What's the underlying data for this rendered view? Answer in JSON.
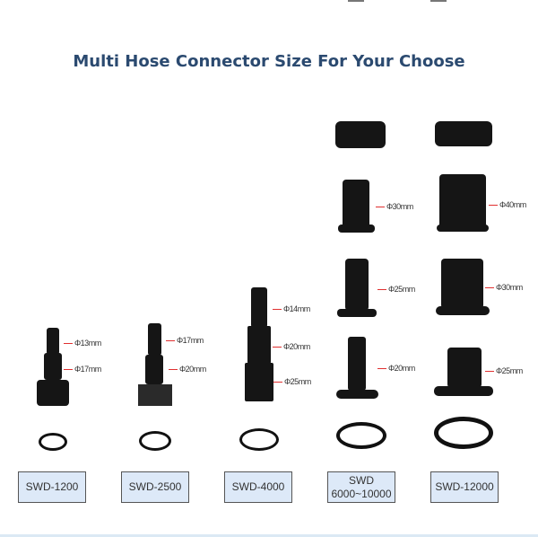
{
  "title": "Multi Hose Connector Size For Your Choose",
  "models": [
    {
      "label": "SWD-1200",
      "dims": [
        "Φ13mm",
        "Φ17mm"
      ]
    },
    {
      "label": "SWD-2500",
      "dims": [
        "Φ17mm",
        "Φ20mm"
      ]
    },
    {
      "label": "SWD-4000",
      "dims": [
        "Φ14mm",
        "Φ20mm",
        "Φ25mm"
      ]
    },
    {
      "label": "SWD",
      "label2": "6000~10000",
      "dims": [
        "Φ30mm",
        "Φ25mm",
        "Φ20mm"
      ]
    },
    {
      "label": "SWD-12000",
      "dims": [
        "Φ40mm",
        "Φ30mm",
        "Φ25mm"
      ]
    }
  ]
}
